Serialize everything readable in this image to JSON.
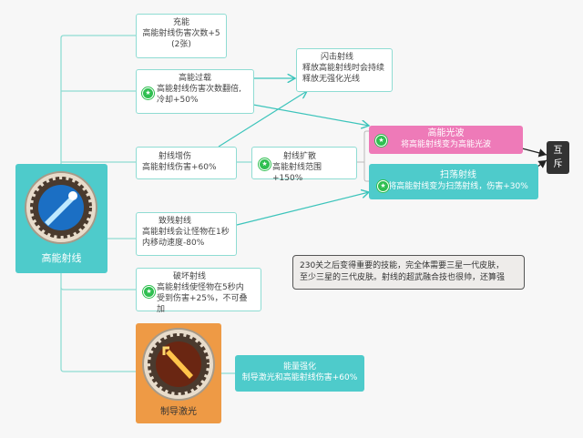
{
  "root": {
    "label": "高能射线",
    "color": "#4ecbcb"
  },
  "nodes": {
    "charge": {
      "title": "充能",
      "desc": "高能射线伤害次数+5",
      "note": "(2张)"
    },
    "overload": {
      "title": "高能过载",
      "desc1": "高能射线伤害次数翻倍,",
      "desc2": "冷却+50%"
    },
    "flash": {
      "title": "闪击射线",
      "desc1": "释放高能射线时会持续",
      "desc2": "释放无强化光线"
    },
    "damage_up": {
      "title": "射线增伤",
      "desc": "高能射线伤害+60%"
    },
    "spread": {
      "title": "射线扩散",
      "desc": "高能射线范围+150%"
    },
    "wave": {
      "title": "高能光波",
      "desc": "将高能射线变为高能光波",
      "color": "#ee7ab8"
    },
    "sweep": {
      "title": "扫荡射线",
      "desc": "将高能射线变为扫荡射线，伤害+30%",
      "color": "#4ecbcb"
    },
    "exclusive": {
      "line1": "互",
      "line2": "斥"
    },
    "cripple": {
      "title": "致残射线",
      "desc1": "高能射线会让怪物在1秒",
      "desc2": "内移动速度-80%"
    },
    "destroy": {
      "title": "破坏射线",
      "desc1": "高能射线使怪物在5秒内",
      "desc2": "受到伤害+25%，不可叠加"
    },
    "guided": {
      "label": "制导激光",
      "color": "#ee9a45"
    },
    "energy": {
      "title": "能量强化",
      "desc": "制导激光和高能射线伤害+60%"
    }
  },
  "note": {
    "line1": "230关之后变得重要的技能，完全体需要三星一代皮肤，",
    "line2": "至少三星的三代皮肤。射线的超武融合技也很帅，还算强"
  }
}
